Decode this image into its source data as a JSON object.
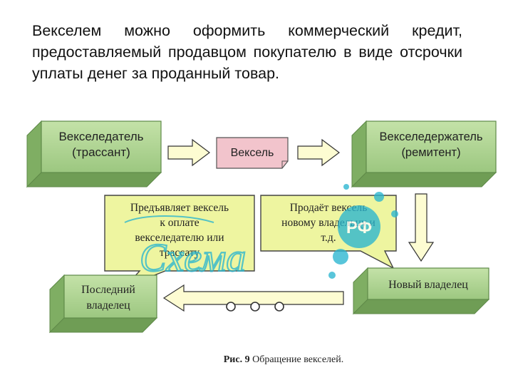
{
  "intro_text": "Векселем можно оформить коммерческий кредит, предоставляемый продавцом покупателю в виде отсрочки уплаты денег за проданный товар.",
  "diagram": {
    "drawer": {
      "line1": "Векселедатель",
      "line2": "(трассант)"
    },
    "bill": "Вексель",
    "holder": {
      "line1": "Векселедержатель",
      "line2": "(ремитент)"
    },
    "presents": {
      "line1": "Предъявляет вексель",
      "line2": "к оплате",
      "line3": "векселедателю или",
      "line4": "трассату"
    },
    "sells": {
      "line1": "Продаёт вексель",
      "line2": "новому владельцу и",
      "line3": "т.д."
    },
    "last_owner": {
      "line1": "Последний",
      "line2": "владелец"
    },
    "new_owner": "Новый владелец",
    "caption_bold": "Рис. 9",
    "caption_text": " Обращение векселей."
  },
  "watermark": {
    "text": "Схема",
    "badge": "РФ"
  },
  "colors": {
    "box_face": "#a9d18e",
    "box_side": "#78a75e",
    "box_border": "#5f8a49",
    "bill_face": "#f2c4cc",
    "callout_fill": "#eef5a0",
    "arrow_fill": "#fdfcd2",
    "watermark": "#2ab5d0"
  }
}
